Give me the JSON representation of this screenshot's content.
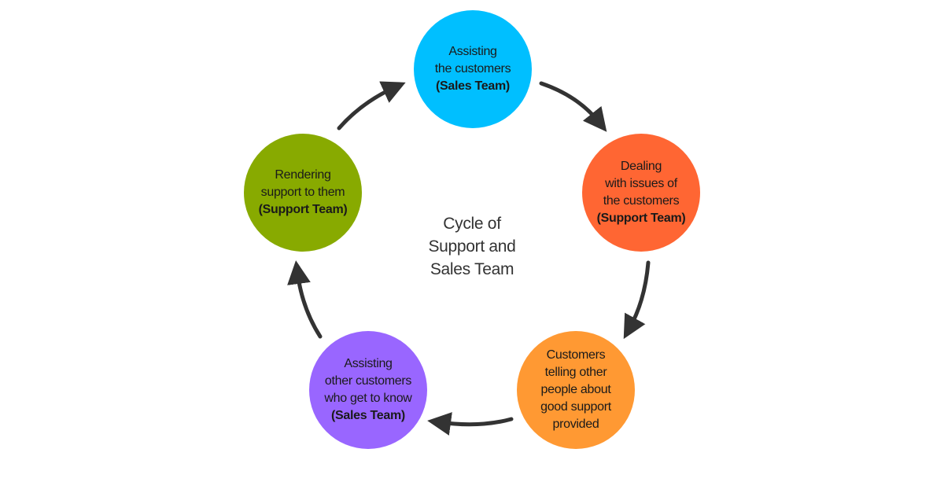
{
  "diagram": {
    "title_lines": [
      "Cycle of",
      "Support and",
      "Sales Team"
    ],
    "arrow_color": "#333333",
    "nodes": [
      {
        "id": "assisting-customers",
        "lines": [
          "Assisting",
          "the customers"
        ],
        "team": "(Sales Team)",
        "color": "#00BFFF"
      },
      {
        "id": "dealing-issues",
        "lines": [
          "Dealing",
          "with issues of",
          "the customers"
        ],
        "team": "(Support Team)",
        "color": "#FF6633"
      },
      {
        "id": "customers-telling",
        "lines": [
          "Customers",
          "telling other",
          "people about",
          "good support",
          "provided"
        ],
        "team": "",
        "color": "#FF9933"
      },
      {
        "id": "assisting-other-customers",
        "lines": [
          "Assisting",
          "other customers",
          "who get to know"
        ],
        "team": "(Sales Team)",
        "color": "#9966FF"
      },
      {
        "id": "rendering-support",
        "lines": [
          "Rendering",
          "support to them"
        ],
        "team": "(Support Team)",
        "color": "#88AA00"
      }
    ],
    "arrows": [
      {
        "from": "assisting-customers",
        "to": "dealing-issues"
      },
      {
        "from": "dealing-issues",
        "to": "customers-telling"
      },
      {
        "from": "customers-telling",
        "to": "assisting-other-customers"
      },
      {
        "from": "assisting-other-customers",
        "to": "rendering-support"
      },
      {
        "from": "rendering-support",
        "to": "assisting-customers"
      }
    ]
  }
}
